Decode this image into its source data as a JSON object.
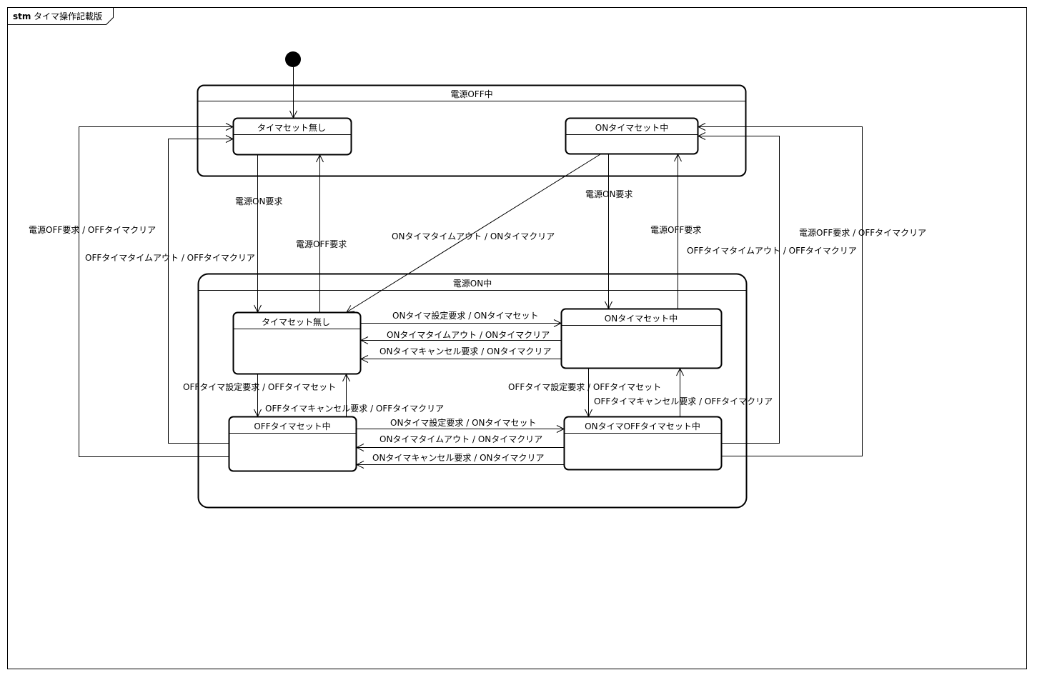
{
  "frame": {
    "keyword": "stm",
    "name": "タイマ操作記載版"
  },
  "composite_states": {
    "power_off": "電源OFF中",
    "power_on": "電源ON中"
  },
  "states": {
    "off_no_timer": "タイマセット無し",
    "off_on_timer": "ONタイマセット中",
    "on_no_timer": "タイマセット無し",
    "on_on_timer": "ONタイマセット中",
    "on_off_timer": "OFFタイマセット中",
    "on_onoff_timer": "ONタイマOFFタイマセット中"
  },
  "transitions": {
    "power_on_left": "電源ON要求",
    "power_off_left": "電源OFF要求",
    "on_timeout_diag": "ONタイマタイムアウト / ONタイマクリア",
    "power_on_right": "電源ON要求",
    "power_off_right": "電源OFF要求",
    "off_req_outer_left": "電源OFF要求 / OFFタイマクリア",
    "off_timeout_inner_left": "OFFタイマタイムアウト / OFFタイマクリア",
    "off_req_outer_right": "電源OFF要求 / OFFタイマクリア",
    "off_timeout_inner_right": "OFFタイマタイムアウト / OFFタイマクリア",
    "on_set_top": "ONタイマ設定要求 / ONタイマセット",
    "on_timeout_top": "ONタイマタイムアウト / ONタイマクリア",
    "on_cancel_top": "ONタイマキャンセル要求 / ONタイマクリア",
    "off_set_left": "OFFタイマ設定要求 / OFFタイマセット",
    "off_cancel_left": "OFFタイマキャンセル要求 / OFFタイマクリア",
    "off_set_right": "OFFタイマ設定要求 / OFFタイマセット",
    "off_cancel_right": "OFFタイマキャンセル要求 / OFFタイマクリア",
    "on_set_bottom": "ONタイマ設定要求 / ONタイマセット",
    "on_timeout_bottom": "ONタイマタイムアウト / ONタイマクリア",
    "on_cancel_bottom": "ONタイマキャンセル要求 / ONタイマクリア"
  }
}
